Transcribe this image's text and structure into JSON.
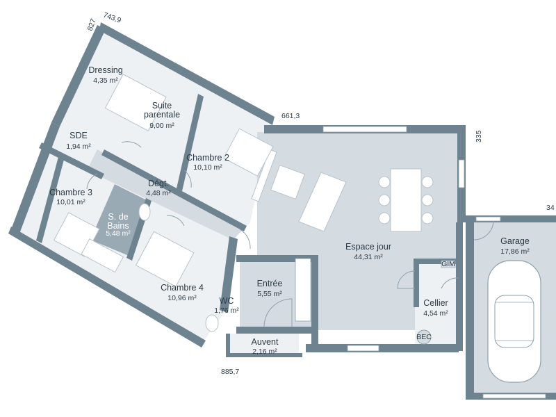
{
  "rooms": {
    "dressing": {
      "name": "Dressing",
      "area": "4,35 m²"
    },
    "suite": {
      "name_line1": "Suite",
      "name_line2": "parentale",
      "area": "9,00 m²"
    },
    "sde": {
      "name": "SDE",
      "area": "1,94 m²"
    },
    "chambre2": {
      "name": "Chambre 2",
      "area": "10,10 m²"
    },
    "chambre3": {
      "name": "Chambre 3",
      "area": "10,01 m²"
    },
    "degt": {
      "name": "Dégt.",
      "area": "4,48 m²"
    },
    "sdb": {
      "name_line1": "S. de",
      "name_line2": "Bains",
      "area": "5,48 m²"
    },
    "espace": {
      "name": "Espace jour",
      "area": "44,31 m²"
    },
    "garage": {
      "name": "Garage",
      "area": "17,86 m²"
    },
    "chambre4": {
      "name": "Chambre 4",
      "area": "10,96 m²"
    },
    "entree": {
      "name": "Entrée",
      "area": "5,55 m²"
    },
    "wc": {
      "name": "WC",
      "area": "1,76 m²"
    },
    "cellier": {
      "name": "Cellier",
      "area": "4,54 m²"
    },
    "auvent": {
      "name": "Auvent",
      "area": "2,16 m²"
    }
  },
  "dimensions": {
    "top_a": "743,9",
    "top_b": "827",
    "mid": "661,3",
    "right": "335",
    "garage_edge": "34",
    "bottom": "885,7"
  },
  "markers": {
    "cellier_tag": "BEC",
    "cellier_top_tag": "GIM"
  },
  "colors": {
    "wall": "#6d8390",
    "floor": "#eef1f4",
    "corridor": "#d4dbe1",
    "bathroom": "#9aaab4"
  }
}
